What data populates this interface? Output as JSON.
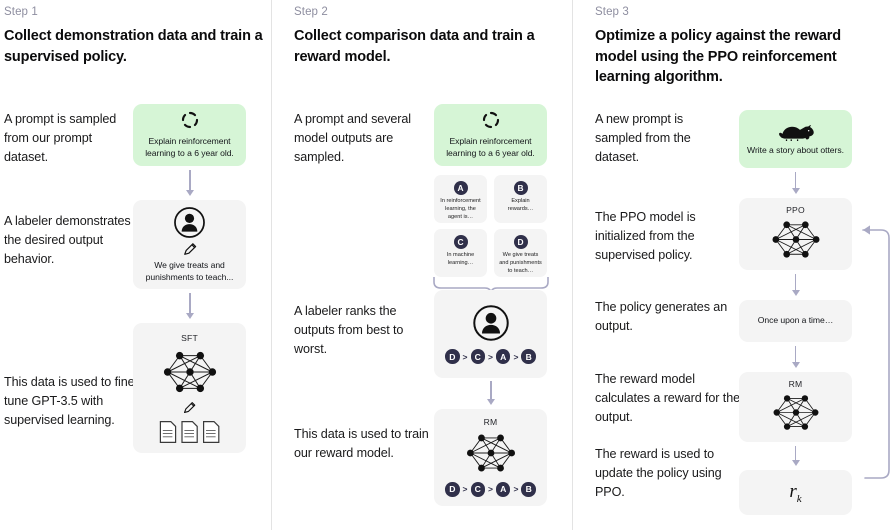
{
  "columns": [
    {
      "step_label": "Step 1",
      "title": "Collect demonstration data and train a supervised policy.",
      "descriptions": [
        "A prompt is sampled from our prompt dataset.",
        "A labeler demonstrates the desired output behavior.",
        "This data is used to fine-tune GPT-3.5 with supervised learning."
      ],
      "boxes": [
        {
          "icon": "loading-spinner-icon",
          "caption": "Explain reinforcement learning to a 6 year old.",
          "style": "green"
        },
        {
          "icon": "labeler-person-icon",
          "caption": "We give treats and punishments to teach...",
          "style": "grey"
        },
        {
          "title": "SFT",
          "icon": "neural-network-icon",
          "caption": "",
          "style": "grey"
        }
      ]
    },
    {
      "step_label": "Step 2",
      "title": "Collect comparison data and train a reward model.",
      "descriptions": [
        "A prompt and several model outputs are sampled.",
        "A labeler ranks the outputs from best to worst.",
        "This data is used to train our reward model."
      ],
      "boxes": [
        {
          "icon": "loading-spinner-icon",
          "caption": "Explain reinforcement learning to a 6 year old.",
          "style": "green"
        }
      ],
      "option_cards": [
        {
          "badge": "A",
          "text": "In reinforcement learning, the agent is…"
        },
        {
          "badge": "B",
          "text": "Explain rewards…"
        },
        {
          "badge": "C",
          "text": "In machine learning…"
        },
        {
          "badge": "D",
          "text": "We give treats and punishments to teach…"
        }
      ],
      "ranking": [
        "D",
        "C",
        "A",
        "B"
      ],
      "rm_title": "RM"
    },
    {
      "step_label": "Step 3",
      "title": "Optimize a policy against the reward model using the PPO reinforcement learning algorithm.",
      "descriptions": [
        "A new prompt is sampled from the dataset.",
        "The PPO model is initialized from the supervised policy.",
        "The policy generates an output.",
        "The reward model calculates a reward for the output.",
        "The reward is used to update the policy using PPO."
      ],
      "boxes": [
        {
          "icon": "otter-icon",
          "caption": "Write a story about otters.",
          "style": "green"
        },
        {
          "title": "PPO",
          "icon": "neural-network-icon",
          "caption": "",
          "style": "grey"
        },
        {
          "caption": "Once upon a time…",
          "style": "grey"
        },
        {
          "title": "RM",
          "icon": "neural-network-icon",
          "caption": "",
          "style": "grey"
        },
        {
          "reward_symbol": "r",
          "reward_subscript": "k",
          "style": "grey"
        }
      ]
    }
  ],
  "colors": {
    "green_box": "#d6f5d6",
    "grey_box": "#f4f4f4",
    "arrow": "#a9a9c4",
    "badge": "#30304a",
    "divider": "#e3e3e3",
    "step_label": "#8e8ea0"
  }
}
